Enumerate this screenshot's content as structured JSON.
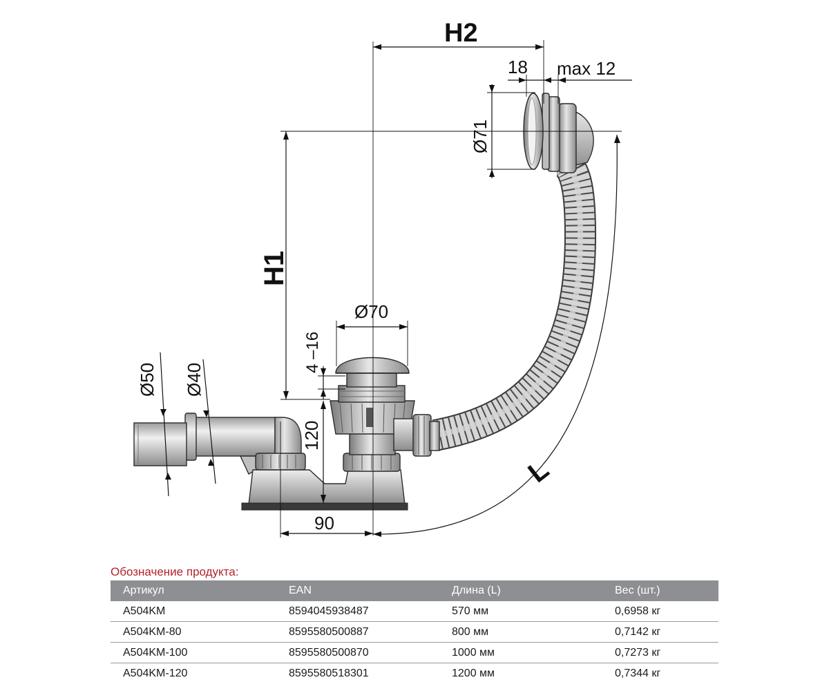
{
  "diagram": {
    "labels": {
      "h2": "H2",
      "h1": "H1",
      "l": "L",
      "d18": "18",
      "max12": "max 12",
      "d71": "Ø71",
      "d70": "Ø70",
      "d416": "4 –16",
      "d120": "120",
      "d90": "90",
      "d50": "Ø50",
      "d40": "Ø40"
    }
  },
  "table": {
    "title": "Обозначение продукта:",
    "headers": [
      "Артикул",
      "EAN",
      "Длина (L)",
      "Вес (шт.)"
    ],
    "rows": [
      [
        "A504KM",
        "8594045938487",
        "570 мм",
        "0,6958 кг"
      ],
      [
        "A504KM-80",
        "8595580500887",
        "800 мм",
        "0,7142 кг"
      ],
      [
        "A504KM-100",
        "8595580500870",
        "1000 мм",
        "0,7273 кг"
      ],
      [
        "A504KM-120",
        "8595580518301",
        "1200 мм",
        "0,7344 кг"
      ]
    ],
    "header_color": "#8d8f92",
    "title_color": "#b3222a"
  }
}
